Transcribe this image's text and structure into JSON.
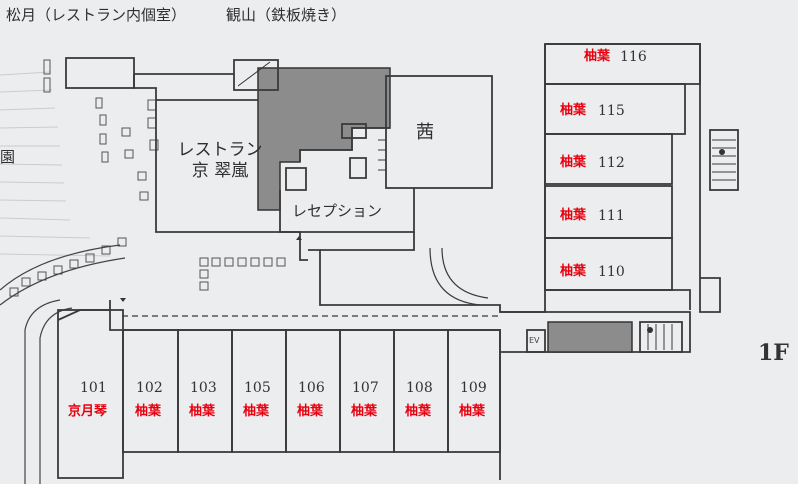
{
  "labels": {
    "shogetsu": "松月（レストラン内個室）",
    "kanzan": "観山（鉄板焼き）",
    "garden": "園",
    "restaurant_line1": "レストラン",
    "restaurant_line2": "京 翠嵐",
    "akane": "茜",
    "reception": "レセプション",
    "ev": "EV",
    "floor": "1F"
  },
  "rooms_bottom": [
    {
      "number": "101",
      "type": "京月琴"
    },
    {
      "number": "102",
      "type": "柚葉"
    },
    {
      "number": "103",
      "type": "柚葉"
    },
    {
      "number": "105",
      "type": "柚葉"
    },
    {
      "number": "106",
      "type": "柚葉"
    },
    {
      "number": "107",
      "type": "柚葉"
    },
    {
      "number": "108",
      "type": "柚葉"
    },
    {
      "number": "109",
      "type": "柚葉"
    }
  ],
  "rooms_right": [
    {
      "number": "116",
      "type": "柚葉"
    },
    {
      "number": "115",
      "type": "柚葉"
    },
    {
      "number": "112",
      "type": "柚葉"
    },
    {
      "number": "111",
      "type": "柚葉"
    },
    {
      "number": "110",
      "type": "柚葉"
    }
  ],
  "colors": {
    "background": "#ecedef",
    "wall": "#3a3a3a",
    "dark_area": "#8c8c8c",
    "highlight_text": "#e8000e"
  }
}
